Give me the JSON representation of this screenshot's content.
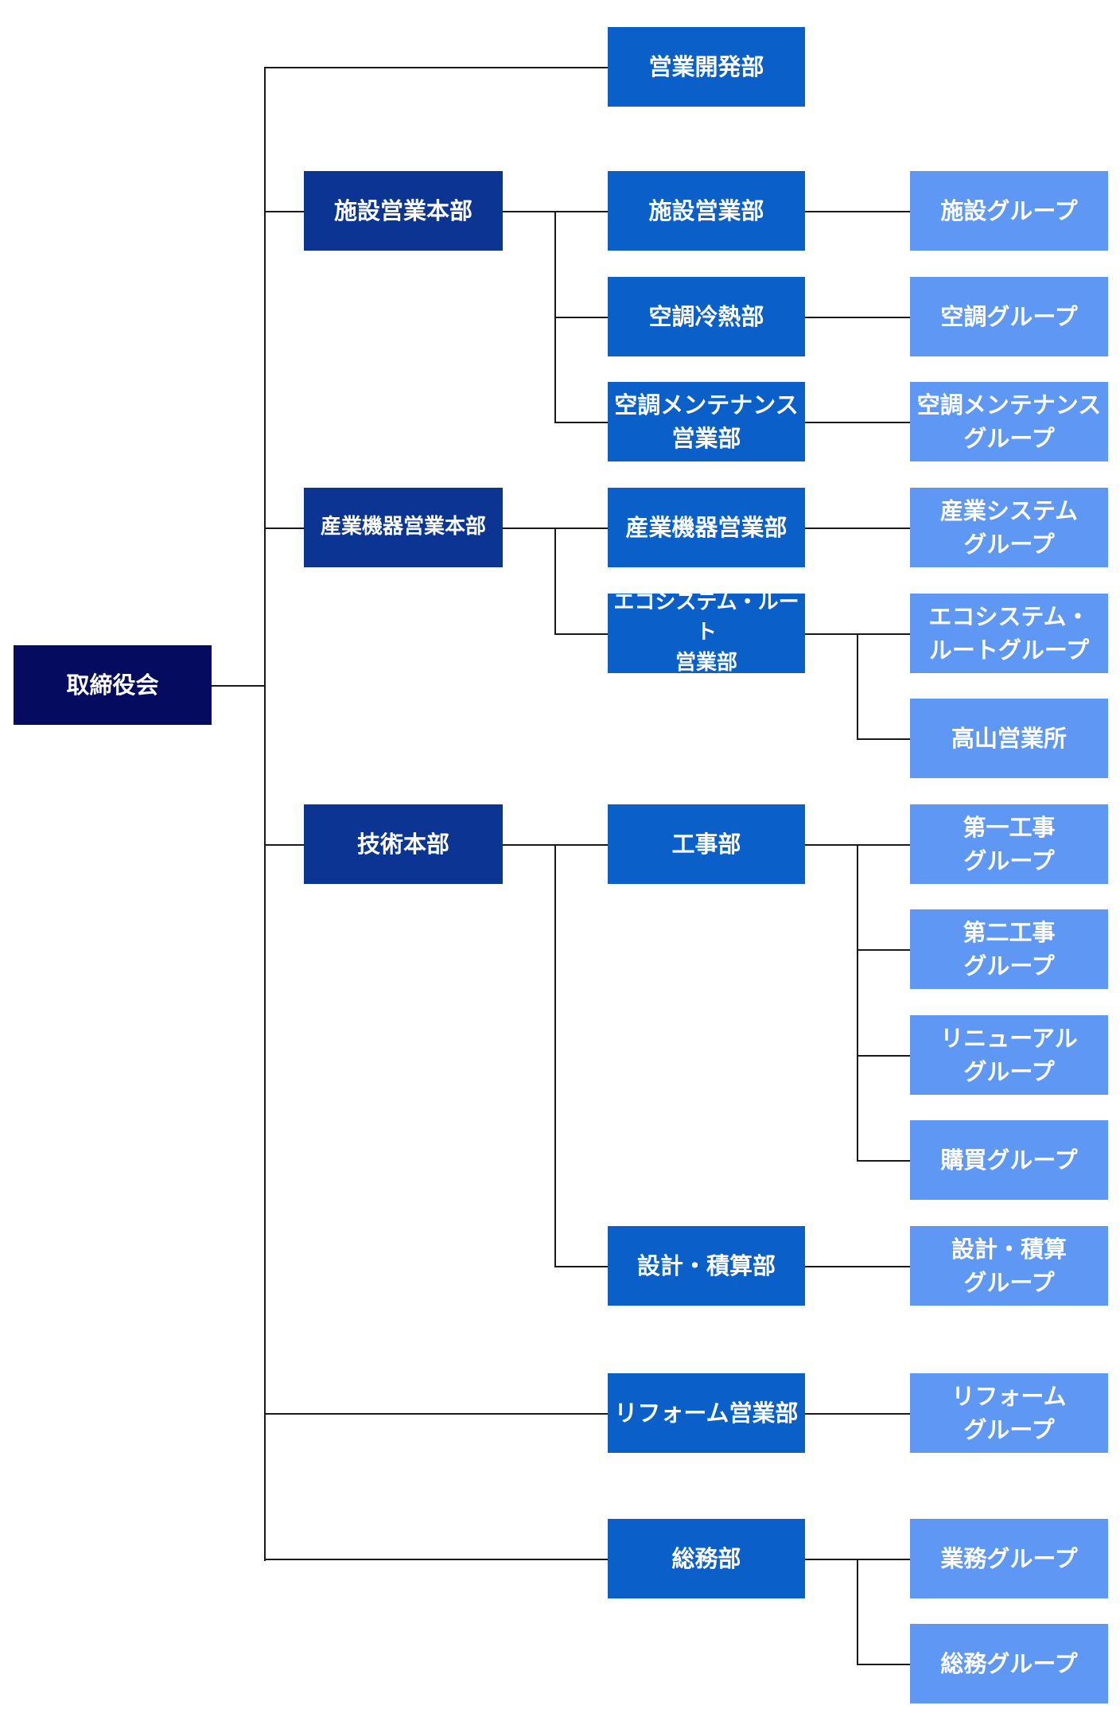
{
  "org": {
    "root": "取締役会",
    "hq": {
      "facility": "施設営業本部",
      "industrial": "産業機器営業本部",
      "tech": "技術本部"
    },
    "dept": {
      "eigyo_kaihatsu": "営業開発部",
      "shisetsu": "施設営業部",
      "kucho_reinetsu": "空調冷熱部",
      "kucho_maint": "空調メンテナンス\n営業部",
      "sangyo_kiki": "産業機器営業部",
      "eco_route": "エコシステム・ルート\n営業部",
      "koji": "工事部",
      "sekkei": "設計・積算部",
      "reform": "リフォーム営業部",
      "somu": "総務部"
    },
    "group": {
      "shisetsu": "施設グループ",
      "kucho": "空調グループ",
      "kucho_maint": "空調メンテナンス\nグループ",
      "sangyo_system": "産業システム\nグループ",
      "eco_route": "エコシステム・\nルートグループ",
      "takayama": "高山営業所",
      "daiichi_koji": "第一工事\nグループ",
      "daini_koji": "第二工事\nグループ",
      "renewal": "リニューアル\nグループ",
      "kobai": "購買グループ",
      "sekkei": "設計・積算\nグループ",
      "reform": "リフォーム\nグループ",
      "gyomu": "業務グループ",
      "somu": "総務グループ"
    }
  }
}
